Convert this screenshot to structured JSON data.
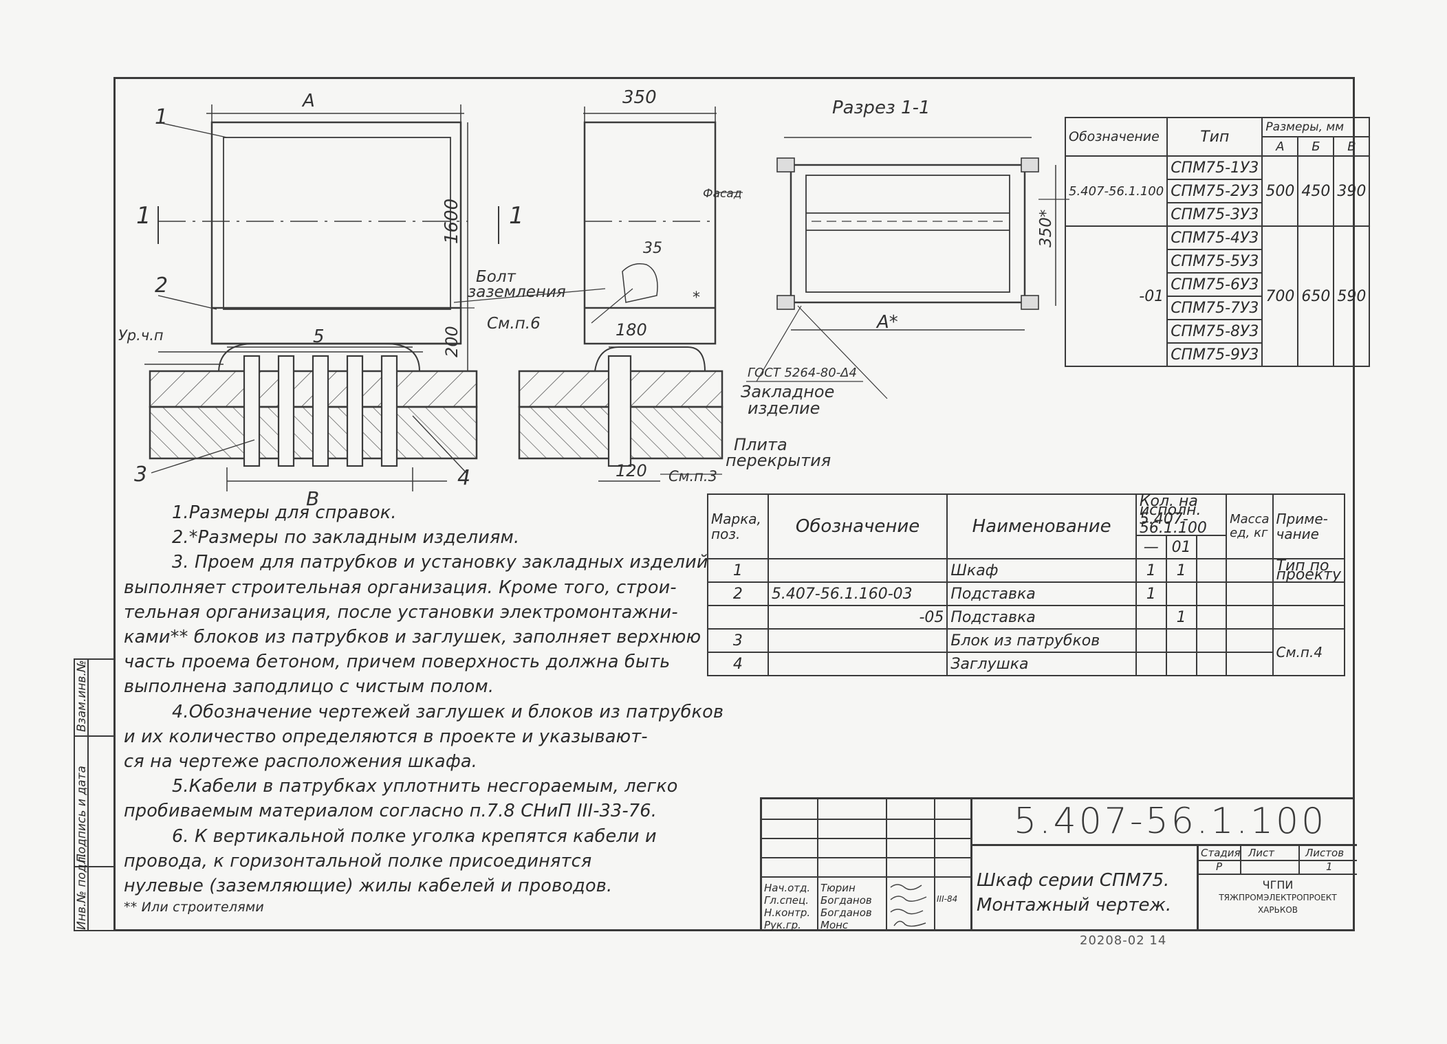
{
  "drawing_number": "5.407-56.1.100",
  "views": {
    "labels": {
      "dim_a": "A",
      "dim_350": "350",
      "dim_1600": "1600",
      "dim_200": "200",
      "dim_5": "5",
      "dim_b": "B",
      "dim_35": "35",
      "dim_180": "180",
      "dim_120": "120",
      "section_mark": "1",
      "callout_1": "1",
      "callout_2": "2",
      "callout_3": "3",
      "callout_4": "4",
      "level": "Ур.ч.п",
      "bolt": "Болт",
      "bolt2": "заземления",
      "see6": "См.п.6",
      "see3": "См.п.3",
      "facade": "Фасад",
      "star": "*",
      "section_title": "Разрез 1-1",
      "dim_350s": "350*",
      "dim_as": "A*",
      "gost": "ГОСТ 5264-80-Δ4",
      "embedded": "Закладное",
      "embedded2": "изделие",
      "slab": "Плита",
      "slab2": "перекрытия"
    }
  },
  "types_table": {
    "headers": {
      "designation": "Обозначение",
      "type": "Тип",
      "sizes": "Размеры, мм",
      "a": "A",
      "b": "Б",
      "v": "В"
    },
    "groups": [
      {
        "designation": "5.407-56.1.100",
        "types": [
          "СПМ75-1У3",
          "СПМ75-2У3",
          "СПМ75-3У3"
        ],
        "a": "500",
        "b": "450",
        "v": "390"
      },
      {
        "designation": "-01",
        "types": [
          "СПМ75-4У3",
          "СПМ75-5У3",
          "СПМ75-6У3",
          "СПМ75-7У3",
          "СПМ75-8У3",
          "СПМ75-9У3"
        ],
        "a": "700",
        "b": "650",
        "v": "590"
      }
    ]
  },
  "notes": [
    "1.Размеры для справок.",
    "2.*Размеры по закладным изделиям.",
    "3. Проем для патрубков и установку закладных изделий",
    "выполняет строительная организация. Кроме того, строи-",
    "тельная организация, после установки электромонтажни-",
    "ками** блоков из патрубков и заглушек, заполняет верхнюю",
    "часть проема бетоном, причем поверхность должна быть",
    "выполнена заподлицо с чистым полом.",
    "4.Обозначение чертежей заглушек и блоков из патрубков",
    "и их количество определяются в проекте и указывают-",
    "ся на чертеже расположения шкафа.",
    "5.Кабели в патрубках уплотнить несгораемым, легко",
    "пробиваемым материалом согласно п.7.8 СНиП III-33-76.",
    "6. К вертикальной полке уголка крепятся кабели и",
    "провода, к горизонтальной полке присоединятся",
    "нулевые (заземляющие) жилы кабелей и проводов.",
    "** Или строителями"
  ],
  "spec_table": {
    "headers": {
      "mark": "Марка, поз.",
      "designation": "Обозначение",
      "name": "Наименование",
      "qty": "Кол. на исполн. 5.407-56.1.100",
      "qty_a": "—",
      "qty_b": "01",
      "mass": "Масса ед, кг",
      "note": "Приме- чание"
    },
    "rows": [
      {
        "mark": "1",
        "designation": "",
        "name": "Шкаф",
        "q1": "1",
        "q2": "1",
        "mass": "",
        "note": "Тип по проекту"
      },
      {
        "mark": "2",
        "designation": "5.407-56.1.160-03",
        "name": "Подставка",
        "q1": "1",
        "q2": "",
        "mass": "",
        "note": ""
      },
      {
        "mark": "",
        "designation": "-05",
        "name": "Подставка",
        "q1": "",
        "q2": "1",
        "mass": "",
        "note": ""
      },
      {
        "mark": "3",
        "designation": "",
        "name": "Блок из патрубков",
        "q1": "",
        "q2": "",
        "mass": "",
        "note": "См.п.4"
      },
      {
        "mark": "4",
        "designation": "",
        "name": "Заглушка",
        "q1": "",
        "q2": "",
        "mass": "",
        "note": ""
      }
    ]
  },
  "title_block": {
    "number": "5.407-56.1.100",
    "title1": "Шкаф серии СПМ75.",
    "title2": "Монтажный чертеж.",
    "stage_lbl": "Стадия",
    "sheet_lbl": "Лист",
    "sheets_lbl": "Листов",
    "stage": "Р",
    "sheets": "1",
    "org1": "ЧГПИ",
    "org2": "ТЯЖПРОМЭЛЕКТРОПРОЕКТ",
    "org3": "ХАРЬКОВ",
    "date": "III-84",
    "roles": [
      {
        "role": "Нач.отд.",
        "name": "Тюрин"
      },
      {
        "role": "Гл.спец.",
        "name": "Богданов"
      },
      {
        "role": "Н.контр.",
        "name": "Богданов"
      },
      {
        "role": "Рук.гр.",
        "name": "Монс"
      }
    ]
  },
  "side_labels": {
    "inv": "Инв.№ подл.",
    "sign": "Подпись и дата",
    "vzam": "Взам.инв.№"
  },
  "bottom_code": "20208-02 14"
}
